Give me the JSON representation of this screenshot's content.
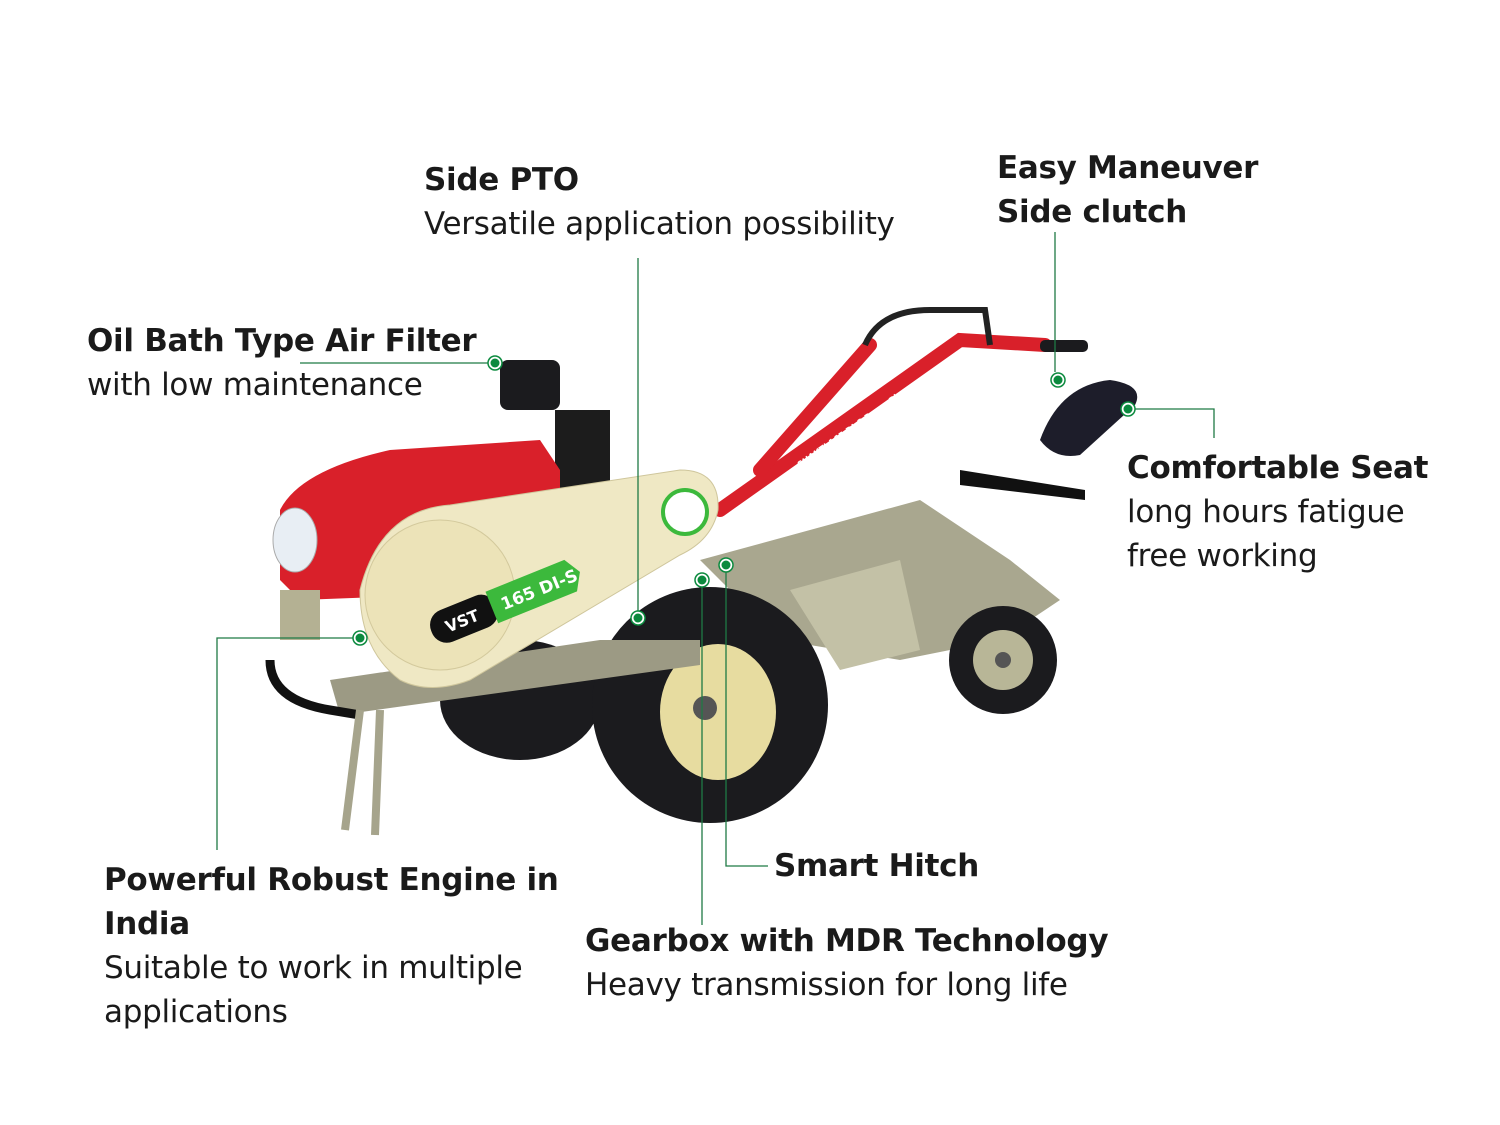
{
  "features": [
    {
      "id": "side-pto",
      "title": "Side PTO",
      "desc": [
        "Versatile application possibility"
      ]
    },
    {
      "id": "easy-maneuver",
      "title": "Easy Maneuver",
      "title2": "Side clutch"
    },
    {
      "id": "air-filter",
      "title": "Oil Bath Type Air Filter",
      "desc": [
        "with low maintenance"
      ]
    },
    {
      "id": "seat",
      "title": "Comfortable Seat",
      "desc": [
        "long hours fatigue",
        "free working"
      ]
    },
    {
      "id": "engine",
      "title": "Powerful Robust Engine in",
      "title2": "India",
      "desc": [
        "Suitable to work in multiple",
        "applications"
      ]
    },
    {
      "id": "hitch",
      "title": "Smart Hitch"
    },
    {
      "id": "gearbox",
      "title": "Gearbox with MDR Technology",
      "desc": [
        "Heavy transmission for long life"
      ]
    }
  ],
  "product": {
    "brand": "VST",
    "model": "165 DI-S",
    "decal": "SHAKTI 165 DI-S PowerPlus"
  },
  "colors": {
    "accent": "#0b8a3e",
    "body_red": "#d9202a",
    "cream": "#efe8c4",
    "decal_green": "#3cb93c"
  }
}
